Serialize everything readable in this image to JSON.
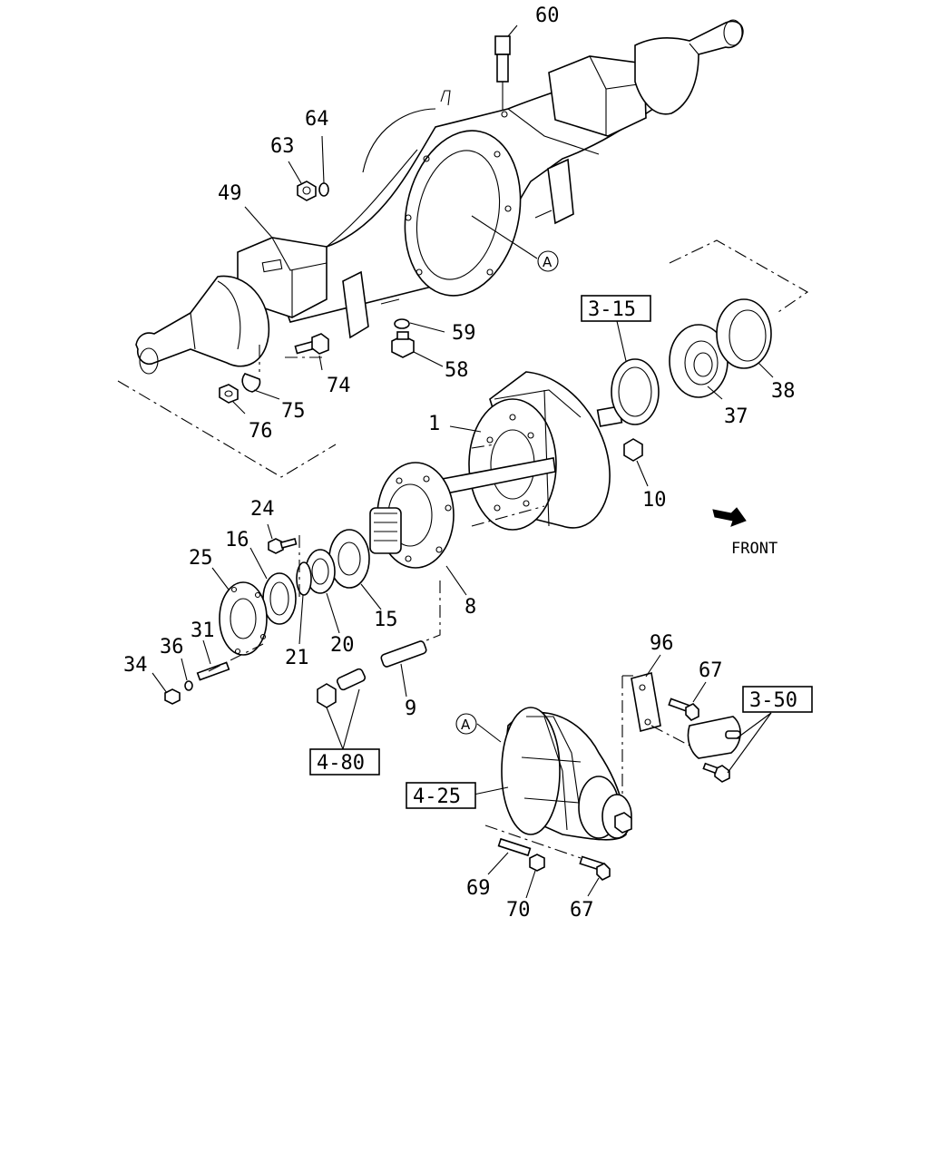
{
  "part_labels": {
    "p60": "60",
    "p64": "64",
    "p63": "63",
    "p49": "49",
    "pA_top": "A",
    "p59": "59",
    "p58": "58",
    "p74": "74",
    "p75": "75",
    "p76": "76",
    "p3_15": "3-15",
    "p37": "37",
    "p38": "38",
    "p1": "1",
    "p10": "10",
    "p24": "24",
    "p16": "16",
    "p25": "25",
    "p8": "8",
    "p15": "15",
    "p20": "20",
    "p21": "21",
    "p31": "31",
    "p36": "36",
    "p34": "34",
    "p9": "9",
    "p4_80": "4-80",
    "p96": "96",
    "p67a": "67",
    "p3_50": "3-50",
    "pA_bot": "A",
    "p4_25": "4-25",
    "p69": "69",
    "p70": "70",
    "p67b": "67"
  },
  "direction": {
    "label": "FRONT"
  },
  "icons": {
    "direction_arrow": "arrow-icon"
  }
}
